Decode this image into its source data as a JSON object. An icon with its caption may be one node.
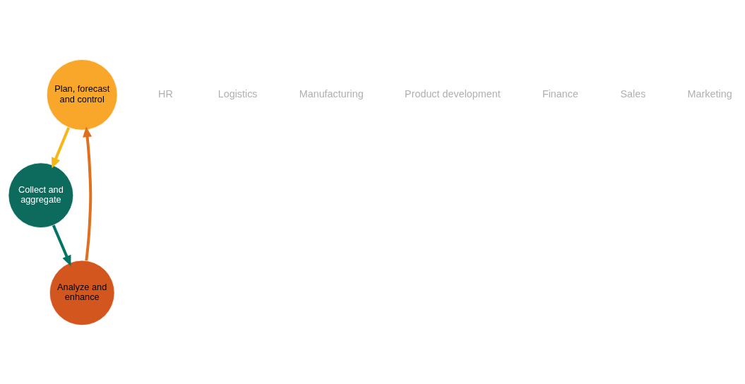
{
  "diagram": {
    "nodes": [
      {
        "text": [
          "Plan, forecast and control"
        ]
      },
      {
        "text": [
          "Collect and aggregate"
        ]
      },
      {
        "text": [
          "Analyze and enhance"
        ]
      }
    ],
    "edges": [
      {
        "from": 0,
        "to": 1,
        "arrow": "to",
        "color": "#f7b611"
      },
      {
        "from": 1,
        "to": 2,
        "arrow": "to",
        "color": "#007565"
      },
      {
        "from": 2,
        "to": 0,
        "arrow": "to",
        "color": "#e0701e"
      }
    ],
    "labels": [
      "HR",
      "Logistics",
      "Manufacturing",
      "Product development",
      "Finance",
      "Sales",
      "Marketing"
    ]
  }
}
